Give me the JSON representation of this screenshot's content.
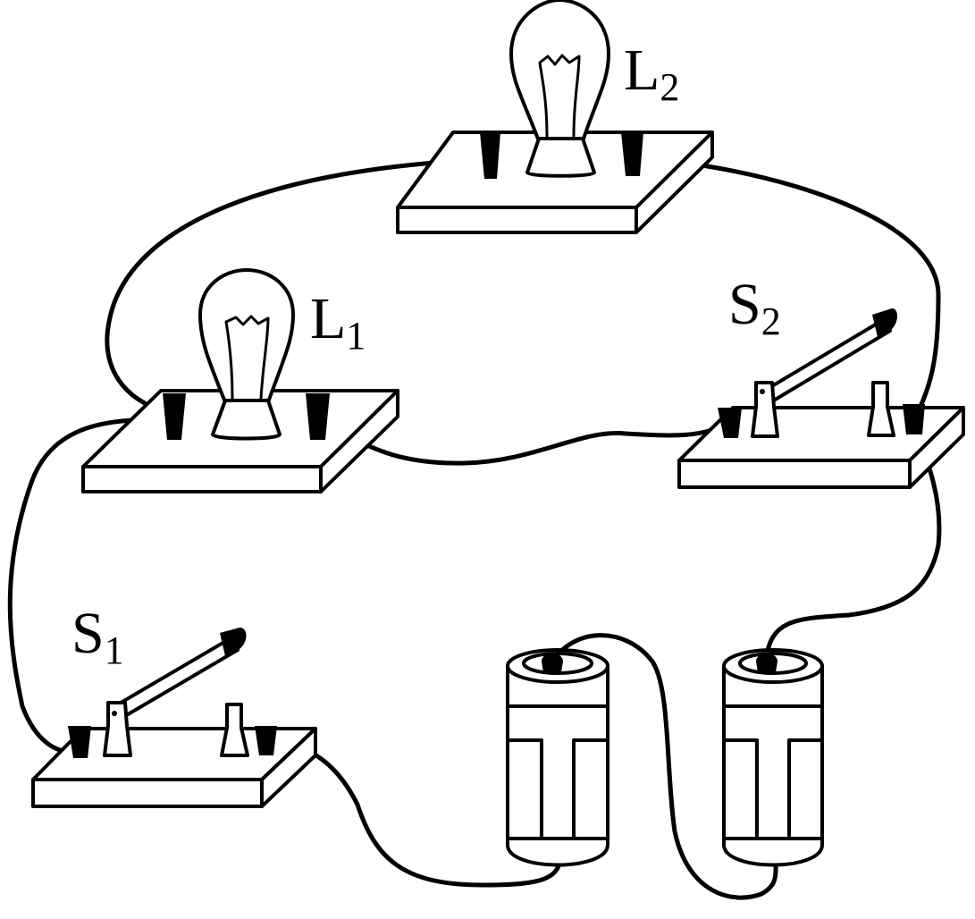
{
  "labels": {
    "bulb1": {
      "letter": "L",
      "sub": "1"
    },
    "bulb2": {
      "letter": "L",
      "sub": "2"
    },
    "switch1": {
      "letter": "S",
      "sub": "1"
    },
    "switch2": {
      "letter": "S",
      "sub": "2"
    }
  },
  "colors": {
    "ink": "#000000",
    "paper": "#ffffff"
  }
}
